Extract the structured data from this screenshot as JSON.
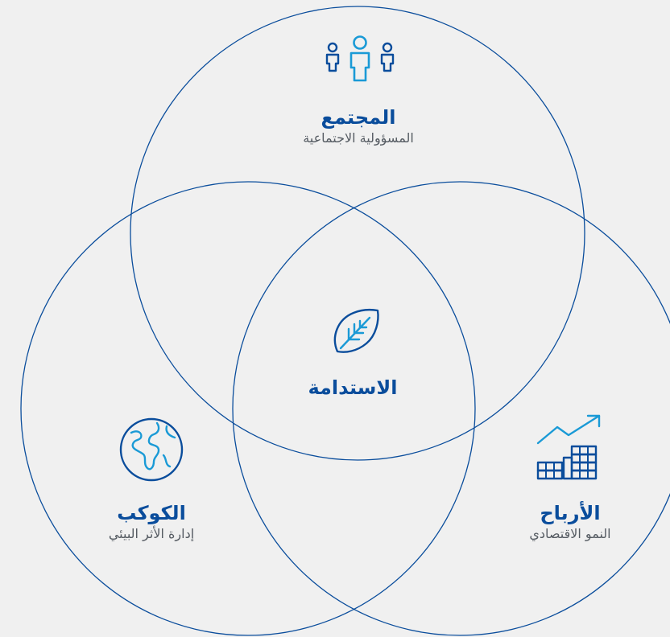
{
  "colors": {
    "background": "#f0f0f0",
    "circle_stroke": "#0a4d9c",
    "title": "#0a4d9c",
    "subtitle": "#555b62",
    "icon_dark": "#0a4d9c",
    "icon_light": "#1a9ad6"
  },
  "society": {
    "title": "المجتمع",
    "subtitle": "المسؤولية الاجتماعية",
    "icon": "people-icon"
  },
  "planet": {
    "title": "الكوكب",
    "subtitle": "إدارة الأثر البيئي",
    "icon": "globe-icon"
  },
  "profit": {
    "title": "الأرباح",
    "subtitle": "النمو الاقتصادي",
    "icon": "growth-coins-icon"
  },
  "center": {
    "title": "الاستدامة",
    "icon": "leaf-icon"
  }
}
